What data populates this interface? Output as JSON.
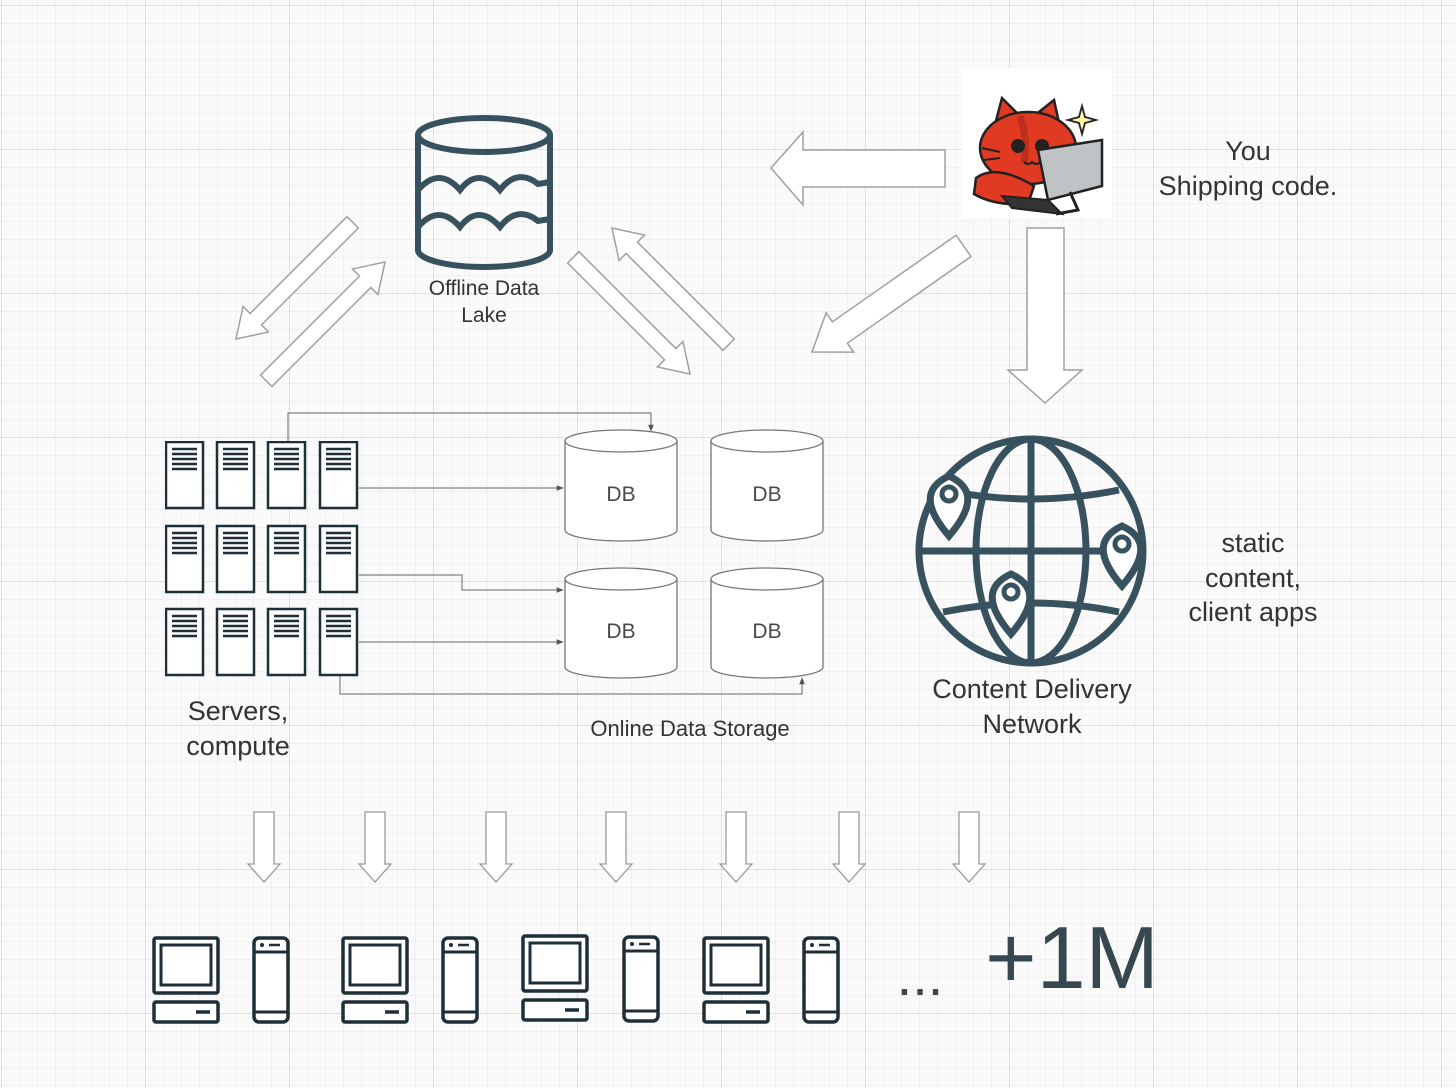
{
  "nodes": {
    "data_lake": {
      "label": "Offline Data Lake"
    },
    "you": {
      "line1": "You",
      "line2": "Shipping code."
    },
    "servers": {
      "label": "Servers, compute"
    },
    "db": [
      "DB",
      "DB",
      "DB",
      "DB"
    ],
    "online_storage": {
      "label": "Online Data Storage"
    },
    "cdn": {
      "label": "Content Delivery Network",
      "note": "static content, client apps"
    }
  },
  "clients": {
    "ellipsis": "...",
    "count": "+1M"
  },
  "icons": [
    "database-icon",
    "cat-developer-icon",
    "server-rack-icon",
    "globe-pins-icon",
    "desktop-icon",
    "mobile-phone-icon"
  ],
  "colors": {
    "icon_stroke": "#37525e",
    "arrow_stroke": "#9a9a9a",
    "cat_red": "#e03a22"
  }
}
